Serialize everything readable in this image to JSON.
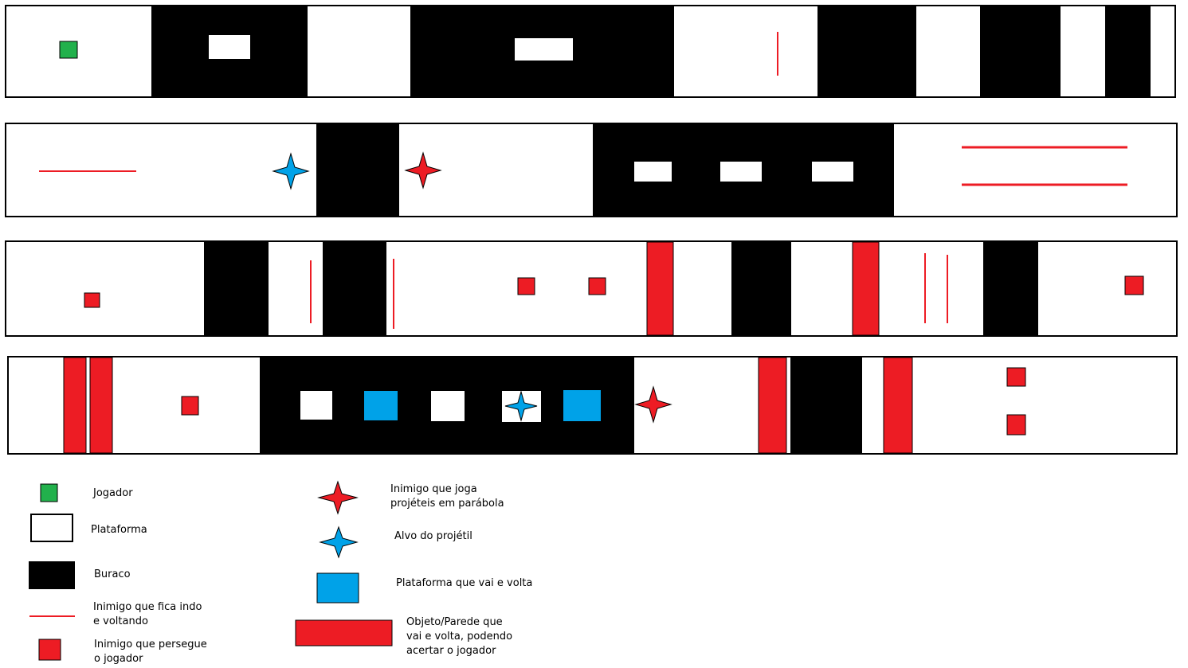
{
  "colors": {
    "player": "#22b14c",
    "pit": "#000000",
    "platform": "#ffffff",
    "enemy": "#ed1c24",
    "target": "#00a2e8",
    "outline": "#000000"
  },
  "legend": {
    "player": "Jogador",
    "platform": "Plataforma",
    "pit": "Buraco",
    "patrol_enemy": "Inimigo que fica indo\ne voltando",
    "chaser_enemy": "Inimigo que persegue\no jogador",
    "thrower_enemy": "Inimigo que joga\nprojéteis em parábola",
    "projectile_target": "Alvo do projétil",
    "moving_platform": "Plataforma que vai e volta",
    "moving_wall": "Objeto/Parede que\nvai e volta, podendo\nacertar o jogador"
  }
}
